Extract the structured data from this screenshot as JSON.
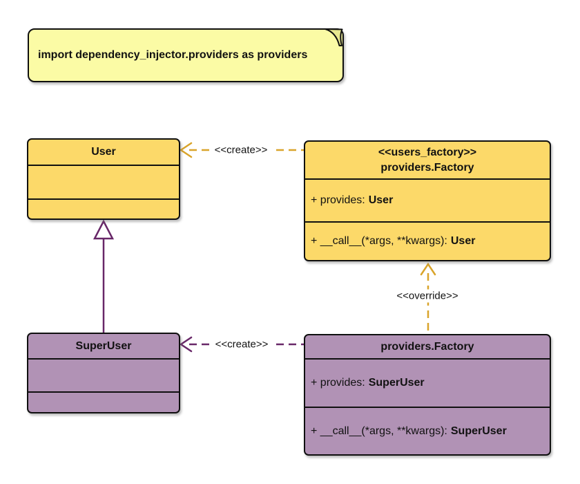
{
  "note": {
    "text": "import dependency_injector.providers as providers"
  },
  "classes": {
    "user": {
      "title": "User"
    },
    "users_factory": {
      "stereotype": "<<users_factory>>",
      "name": "providers.Factory",
      "provides_label": "+ provides:",
      "provides_type": "User",
      "call_label": "+ __call__(*args, **kwargs):",
      "call_type": "User"
    },
    "super_user": {
      "title": "SuperUser"
    },
    "superusers_factory": {
      "name": "providers.Factory",
      "provides_label": "+ provides:",
      "provides_type": "SuperUser",
      "call_label": "+ __call__(*args, **kwargs):",
      "call_type": "SuperUser"
    }
  },
  "edges": {
    "create_user": {
      "label": "<<create>>"
    },
    "create_superuser": {
      "label": "<<create>>"
    },
    "override": {
      "label": "<<override>>"
    }
  },
  "colors": {
    "class_yellow": "#FCD969",
    "class_purple": "#B192B5",
    "note_yellow": "#FBFBA5",
    "note_fold": "#E7E78F",
    "edge_gold": "#D9A42A",
    "edge_purple": "#682768",
    "border": "#0F0F0F",
    "label_text": "#111111",
    "background": "#FFFFFF"
  }
}
